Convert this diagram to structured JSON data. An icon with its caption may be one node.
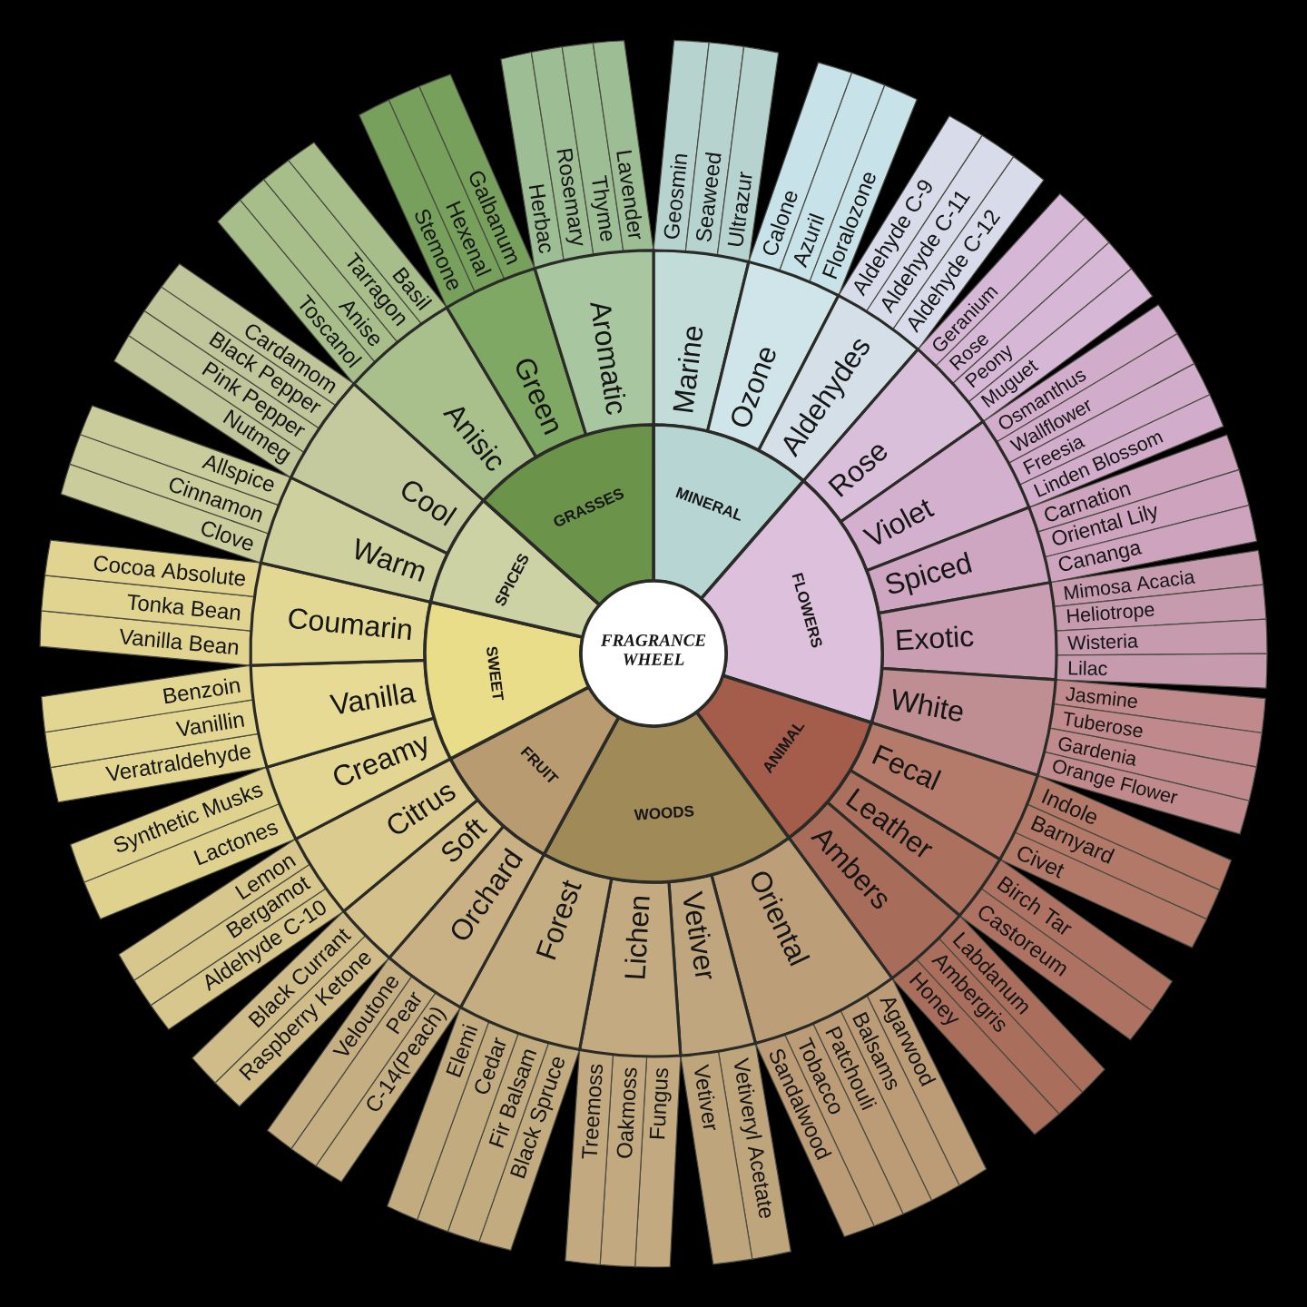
{
  "diagram": {
    "nodes": [
      {
        "text": [
          "FRAGRANCE WHEEL"
        ]
      },
      {
        "text": [
          "MINERAL"
        ]
      },
      {
        "text": [
          "FLOWERS"
        ]
      },
      {
        "text": [
          "ANIMAL"
        ]
      },
      {
        "text": [
          "WOODS"
        ]
      },
      {
        "text": [
          "FRUIT"
        ]
      },
      {
        "text": [
          "SWEET"
        ]
      },
      {
        "text": [
          "SPICES"
        ]
      },
      {
        "text": [
          "GRASSES"
        ]
      },
      {
        "text": [
          "Marine"
        ]
      },
      {
        "text": [
          "Ozone"
        ]
      },
      {
        "text": [
          "Aldehydes"
        ]
      },
      {
        "text": [
          "Rose"
        ]
      },
      {
        "text": [
          "Violet"
        ]
      },
      {
        "text": [
          "Spiced"
        ]
      },
      {
        "text": [
          "Exotic"
        ]
      },
      {
        "text": [
          "White"
        ]
      },
      {
        "text": [
          "Fecal"
        ]
      },
      {
        "text": [
          "Leather"
        ]
      },
      {
        "text": [
          "Ambers"
        ]
      },
      {
        "text": [
          "Oriental"
        ]
      },
      {
        "text": [
          "Vetiver"
        ]
      },
      {
        "text": [
          "Lichen"
        ]
      },
      {
        "text": [
          "Forest"
        ]
      },
      {
        "text": [
          "Orchard"
        ]
      },
      {
        "text": [
          "Soft"
        ]
      },
      {
        "text": [
          "Citrus"
        ]
      },
      {
        "text": [
          "Creamy"
        ]
      },
      {
        "text": [
          "Vanilla"
        ]
      },
      {
        "text": [
          "Coumarin"
        ]
      },
      {
        "text": [
          "Warm"
        ]
      },
      {
        "text": [
          "Cool"
        ]
      },
      {
        "text": [
          "Anisic"
        ]
      },
      {
        "text": [
          "Green"
        ]
      },
      {
        "text": [
          "Aromatic"
        ]
      },
      {
        "text": [
          "Geosmin"
        ]
      },
      {
        "text": [
          "Seaweed"
        ]
      },
      {
        "text": [
          "Ultrazur"
        ]
      },
      {
        "text": [
          "Calone"
        ]
      },
      {
        "text": [
          "Azuril"
        ]
      },
      {
        "text": [
          "Floralozone"
        ]
      },
      {
        "text": [
          "Aldehyde C-9"
        ]
      },
      {
        "text": [
          "Aldehyde C-11"
        ]
      },
      {
        "text": [
          "Aldehyde C-12"
        ]
      },
      {
        "text": [
          "Geranium"
        ]
      },
      {
        "text": [
          "Rose"
        ]
      },
      {
        "text": [
          "Peony"
        ]
      },
      {
        "text": [
          "Muguet"
        ]
      },
      {
        "text": [
          "Osmanthus"
        ]
      },
      {
        "text": [
          "Wallflower"
        ]
      },
      {
        "text": [
          "Freesia"
        ]
      },
      {
        "text": [
          "Linden Blossom"
        ]
      },
      {
        "text": [
          "Carnation"
        ]
      },
      {
        "text": [
          "Oriental Lily"
        ]
      },
      {
        "text": [
          "Cananga"
        ]
      },
      {
        "text": [
          "Mimosa Acacia"
        ]
      },
      {
        "text": [
          "Heliotrope"
        ]
      },
      {
        "text": [
          "Wisteria"
        ]
      },
      {
        "text": [
          "Lilac"
        ]
      },
      {
        "text": [
          "Jasmine"
        ]
      },
      {
        "text": [
          "Tuberose"
        ]
      },
      {
        "text": [
          "Gardenia"
        ]
      },
      {
        "text": [
          "Orange Flower"
        ]
      },
      {
        "text": [
          "Indole"
        ]
      },
      {
        "text": [
          "Barnyard"
        ]
      },
      {
        "text": [
          "Civet"
        ]
      },
      {
        "text": [
          "Birch Tar"
        ]
      },
      {
        "text": [
          "Castoreum"
        ]
      },
      {
        "text": [
          "Labdanum"
        ]
      },
      {
        "text": [
          "Ambergris"
        ]
      },
      {
        "text": [
          "Honey"
        ]
      },
      {
        "text": [
          "Agarwood"
        ]
      },
      {
        "text": [
          "Balsams"
        ]
      },
      {
        "text": [
          "Patchouli"
        ]
      },
      {
        "text": [
          "Tobacco"
        ]
      },
      {
        "text": [
          "Sandalwood"
        ]
      },
      {
        "text": [
          "Vetiveryl Acetate"
        ]
      },
      {
        "text": [
          "Vetiver"
        ]
      },
      {
        "text": [
          "Fungus"
        ]
      },
      {
        "text": [
          "Oakmoss"
        ]
      },
      {
        "text": [
          "Treemoss"
        ]
      },
      {
        "text": [
          "Black Spruce"
        ]
      },
      {
        "text": [
          "Fir Balsam"
        ]
      },
      {
        "text": [
          "Cedar"
        ]
      },
      {
        "text": [
          "Elemi"
        ]
      },
      {
        "text": [
          "C-14(Peach)"
        ]
      },
      {
        "text": [
          "Pear"
        ]
      },
      {
        "text": [
          "Veloutone"
        ]
      },
      {
        "text": [
          "Raspberry Ketone"
        ]
      },
      {
        "text": [
          "Black Currant"
        ]
      },
      {
        "text": [
          "Aldehyde C-10"
        ]
      },
      {
        "text": [
          "Bergamot"
        ]
      },
      {
        "text": [
          "Lemon"
        ]
      },
      {
        "text": [
          "Lactones"
        ]
      },
      {
        "text": [
          "Synthetic Musks"
        ]
      },
      {
        "text": [
          "Veratraldehyde"
        ]
      },
      {
        "text": [
          "Vanillin"
        ]
      },
      {
        "text": [
          "Benzoin"
        ]
      },
      {
        "text": [
          "Vanilla Bean"
        ]
      },
      {
        "text": [
          "Tonka Bean"
        ]
      },
      {
        "text": [
          "Cocoa Absolute"
        ]
      },
      {
        "text": [
          "Clove"
        ]
      },
      {
        "text": [
          "Cinnamon"
        ]
      },
      {
        "text": [
          "Allspice"
        ]
      },
      {
        "text": [
          "Nutmeg"
        ]
      },
      {
        "text": [
          "Pink Pepper"
        ]
      },
      {
        "text": [
          "Black Pepper"
        ]
      },
      {
        "text": [
          "Cardamom"
        ]
      },
      {
        "text": [
          "Toscanol"
        ]
      },
      {
        "text": [
          "Anise"
        ]
      },
      {
        "text": [
          "Tarragon"
        ]
      },
      {
        "text": [
          "Basil"
        ]
      },
      {
        "text": [
          "Stemone"
        ]
      },
      {
        "text": [
          "Hexenal"
        ]
      },
      {
        "text": [
          "Galbanum"
        ]
      },
      {
        "text": [
          "Herbac"
        ]
      },
      {
        "text": [
          "Rosemary"
        ]
      },
      {
        "text": [
          "Thyme"
        ]
      },
      {
        "text": [
          "Lavender"
        ]
      }
    ]
  }
}
